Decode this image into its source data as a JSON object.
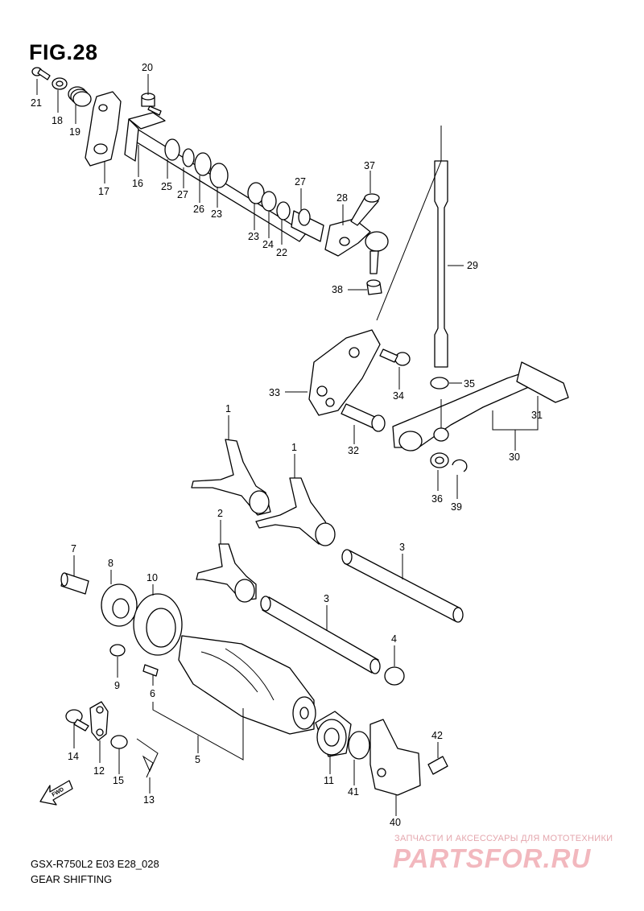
{
  "figure": {
    "title": "FIG.28"
  },
  "caption": {
    "model": "GSX-R750L2 E03 E28_028",
    "name": "GEAR SHIFTING"
  },
  "watermark": {
    "tagline": "ЗАПЧАСТИ И АКСЕССУАРЫ ДЛЯ МОТОТЕХНИКИ",
    "logo": "PARTSFOR.RU",
    "color": "#f2b8be"
  },
  "fwd": {
    "label": "FWD"
  },
  "labels": [
    "21",
    "18",
    "19",
    "20",
    "17",
    "16",
    "25",
    "27",
    "26",
    "23",
    "27",
    "37",
    "28",
    "23",
    "24",
    "22",
    "29",
    "38",
    "33",
    "34",
    "35",
    "31",
    "32",
    "30",
    "36",
    "39",
    "1",
    "1",
    "2",
    "3",
    "3",
    "7",
    "8",
    "10",
    "4",
    "9",
    "6",
    "5",
    "42",
    "14",
    "12",
    "15",
    "13",
    "11",
    "41",
    "40"
  ]
}
